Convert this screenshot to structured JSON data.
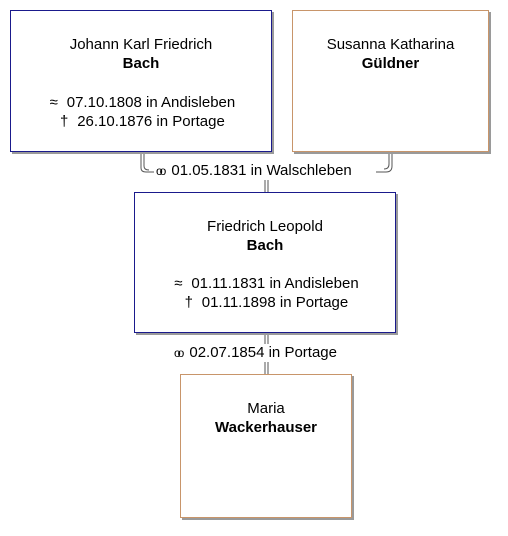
{
  "persons": {
    "father": {
      "given": "Johann Karl Friedrich",
      "surname": "Bach",
      "baptism_symbol": "≈",
      "baptism": "07.10.1808 in Andisleben",
      "death_symbol": "†",
      "death": "26.10.1876 in Portage"
    },
    "mother": {
      "given": "Susanna Katharina",
      "surname": "Güldner"
    },
    "child": {
      "given": "Friedrich Leopold",
      "surname": "Bach",
      "baptism_symbol": "≈",
      "baptism": "01.11.1831 in Andisleben",
      "death_symbol": "†",
      "death": "01.11.1898 in Portage"
    },
    "spouse": {
      "given": "Maria",
      "surname": "Wackerhauser"
    }
  },
  "marriages": {
    "parents": {
      "symbol": "oo",
      "text": "01.05.1831 in Walschleben"
    },
    "child": {
      "symbol": "oo",
      "text": "02.07.1854 in Portage"
    }
  }
}
